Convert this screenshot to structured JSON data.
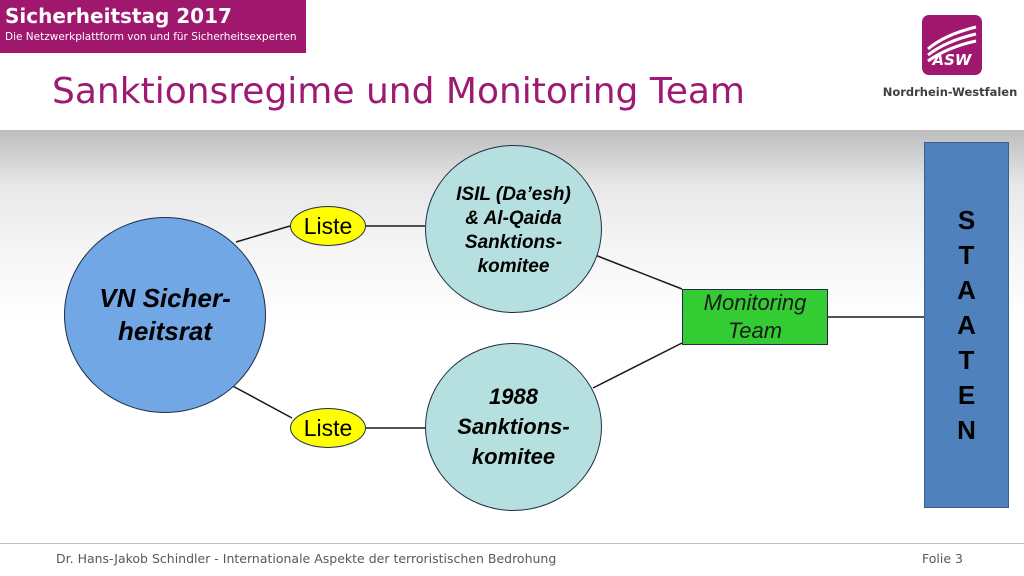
{
  "header": {
    "event_title": "Sicherheitstag 2017",
    "event_subtitle": "Die Netzwerkplattform von und für Sicherheitsexperten",
    "page_title": "Sanktionsregime und Monitoring Team",
    "logo_text": "ASW",
    "region": "Nordrhein-Westfalen",
    "brand_color": "#a0186e"
  },
  "diagram": {
    "un_council": {
      "line1": "VN Sicher-",
      "line2": "heitsrat",
      "color": "#72a7e6"
    },
    "list_top": "Liste",
    "list_bottom": "Liste",
    "isil_committee": {
      "line1": "ISIL (Da’esh)",
      "line2": "& Al-Qaida",
      "line3": "Sanktions-",
      "line4": "komitee",
      "color": "#b5e0df"
    },
    "committee_1988": {
      "line1": "1988",
      "line2": "Sanktions-",
      "line3": "komitee"
    },
    "monitoring_team": {
      "line1": "Monitoring",
      "line2": "Team",
      "color": "#33cc33"
    },
    "states": {
      "letters": [
        "S",
        "T",
        "A",
        "A",
        "T",
        "E",
        "N"
      ],
      "color": "#4f81bd"
    }
  },
  "footer": {
    "author_text": "Dr. Hans-Jakob Schindler - Internationale Aspekte der terroristischen Bedrohung",
    "slide_label": "Folie 3"
  }
}
